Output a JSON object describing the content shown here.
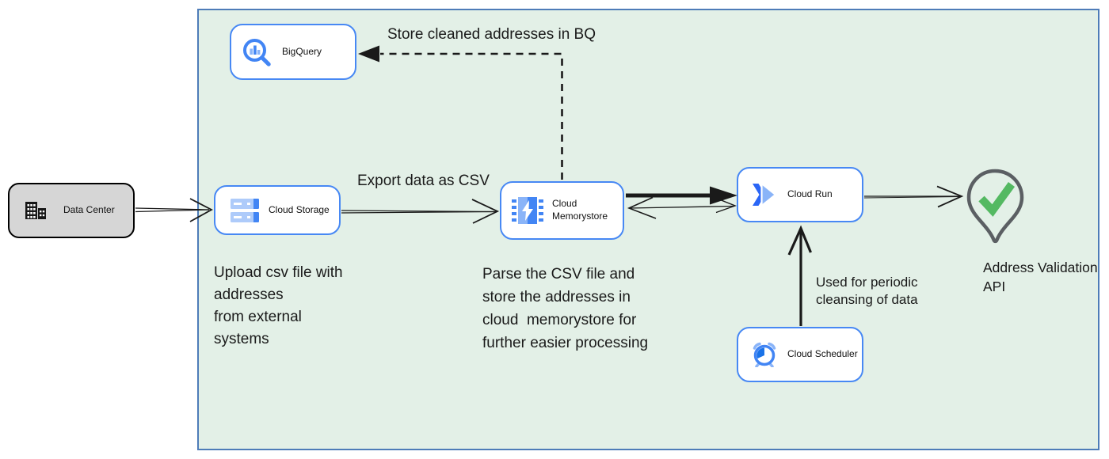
{
  "nodes": {
    "data_center": {
      "label": "Data Center",
      "icon": "building-icon"
    },
    "cloud_storage": {
      "label": "Cloud Storage",
      "icon": "cloud-storage-icon"
    },
    "bigquery": {
      "label": "BigQuery",
      "icon": "bigquery-search-chart-icon"
    },
    "cloud_memorystore": {
      "label": "Cloud\nMemorystore",
      "icon": "memorystore-chip-icon"
    },
    "cloud_run": {
      "label": "Cloud Run",
      "icon": "cloud-run-chevrons-icon"
    },
    "cloud_scheduler": {
      "label": "Cloud Scheduler",
      "icon": "scheduler-clock-icon"
    },
    "address_validation_api": {
      "label": "Address Validation\nAPI",
      "icon": "location-pin-check-icon"
    }
  },
  "annotations": {
    "store_bq": "Store cleaned addresses in BQ",
    "export_csv": "Export data as CSV",
    "upload_note": "Upload csv file with\naddresses\nfrom external\nsystems",
    "parse_note": "Parse the CSV file and\nstore the addresses in\ncloud  memorystore for\nfurther easier processing",
    "scheduler_note": "Used for periodic\ncleansing of data"
  },
  "colors": {
    "boundary_fill": "#E3F0E7",
    "boundary_border": "#4E7CB8",
    "node_border": "#4788F4",
    "node_fill": "#FFFFFF",
    "datacenter_fill": "#D6D6D6",
    "datacenter_border": "#000000",
    "icon_blue": "#4285F4",
    "icon_light_blue": "#8AB4F8",
    "icon_dark_blue": "#1A73E8",
    "pin_outline": "#5B5F63",
    "check_green": "#54B962",
    "arrow_color": "#1A1A1A"
  }
}
